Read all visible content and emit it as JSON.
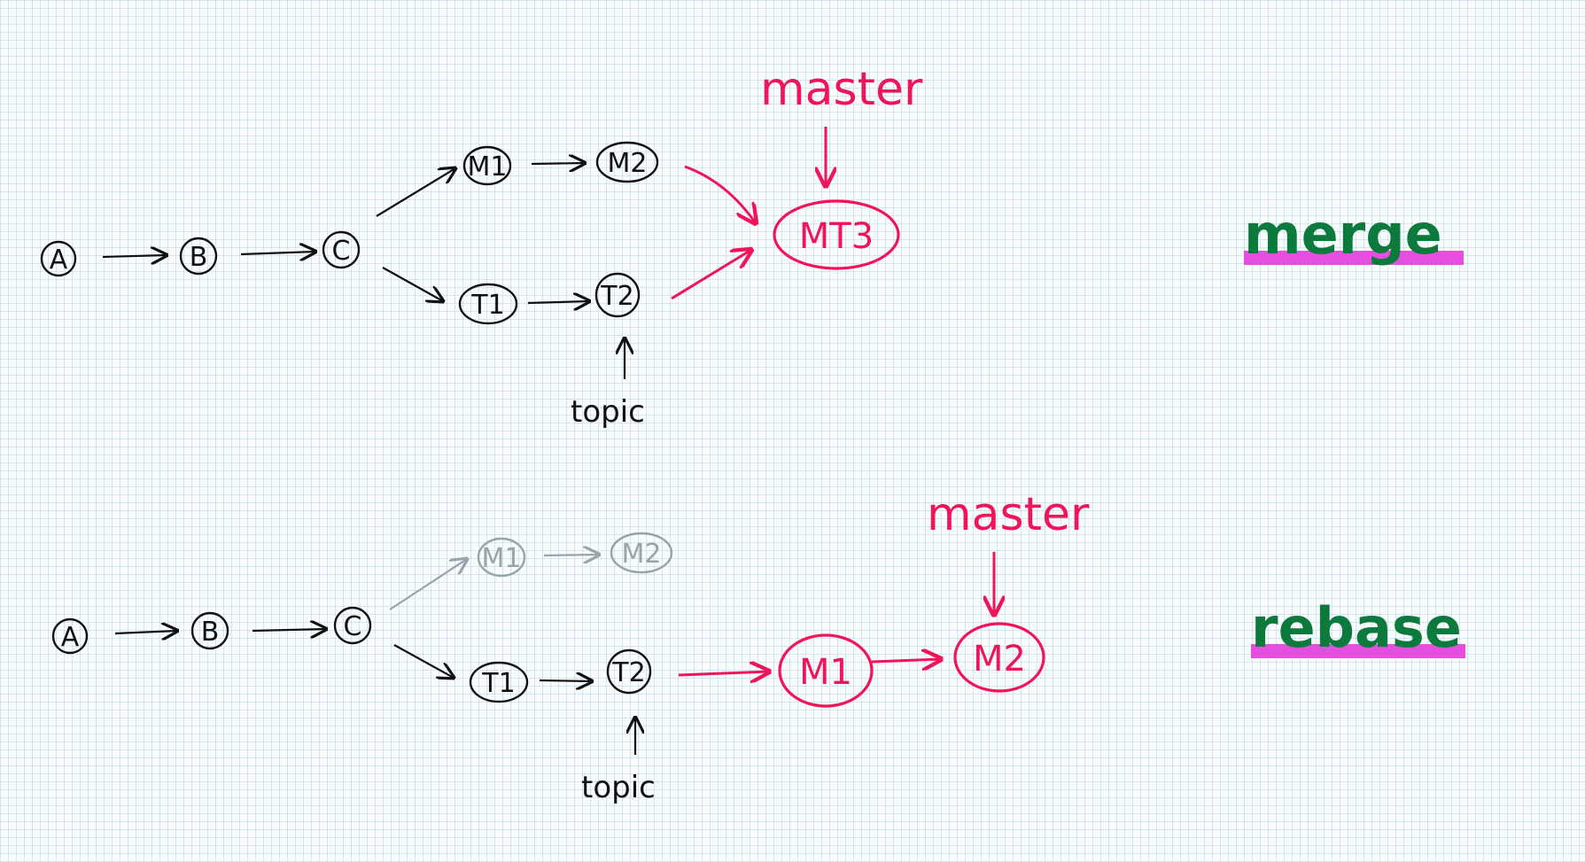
{
  "colors": {
    "ink": "#111111",
    "faded": "#9aa3a8",
    "accent": "#f0145a",
    "green": "#0c7a3c",
    "highlight": "#e64ee0",
    "grid": "#bcd6e6"
  },
  "merge_section": {
    "title": "merge",
    "nodes": {
      "a": "A",
      "b": "B",
      "c": "C",
      "m1": "M1",
      "m2": "M2",
      "t1": "T1",
      "t2": "T2",
      "mt3": "MT3"
    },
    "master_label": "master",
    "topic_label": "topic"
  },
  "rebase_section": {
    "title": "rebase",
    "nodes": {
      "a": "A",
      "b": "B",
      "c": "C",
      "m1_old": "M1",
      "m2_old": "M2",
      "t1": "T1",
      "t2": "T2",
      "m1_new": "M1",
      "m2_new": "M2"
    },
    "master_label": "master",
    "topic_label": "topic"
  }
}
